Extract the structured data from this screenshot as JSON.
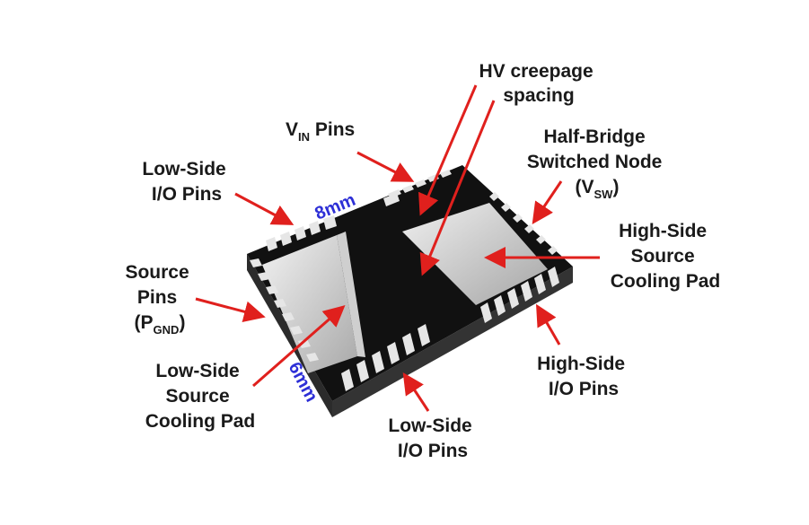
{
  "labels": {
    "hv_creepage": [
      "HV creepage",
      "spacing"
    ],
    "vin_pins": {
      "main": "V",
      "sub": "IN",
      "tail": " Pins"
    },
    "half_bridge": {
      "line1": "Half-Bridge",
      "line2": "Switched Node",
      "line3_open": "(V",
      "line3_sub": "SW",
      "line3_close": ")"
    },
    "low_side_io_pins_top": [
      "Low-Side",
      "I/O Pins"
    ],
    "high_side_source_pad": [
      "High-Side",
      "Source",
      "Cooling Pad"
    ],
    "source_pins": {
      "line1": "Source",
      "line2": "Pins",
      "line3_open": "(P",
      "line3_sub": "GND",
      "line3_close": ")"
    },
    "low_side_source_pad": [
      "Low-Side",
      "Source",
      "Cooling Pad"
    ],
    "high_side_io_pins": [
      "High-Side",
      "I/O Pins"
    ],
    "low_side_io_pins_bottom": [
      "Low-Side",
      "I/O Pins"
    ]
  },
  "dimensions": {
    "length": "8mm",
    "width": "6mm"
  },
  "colors": {
    "package_top": "#111111",
    "package_side": "#2a2a2a",
    "pad_light": "#e8e8e8",
    "pad_dark": "#b9b9b9",
    "arrow": "#e0201d",
    "dimension_text": "#2d2fd6"
  }
}
